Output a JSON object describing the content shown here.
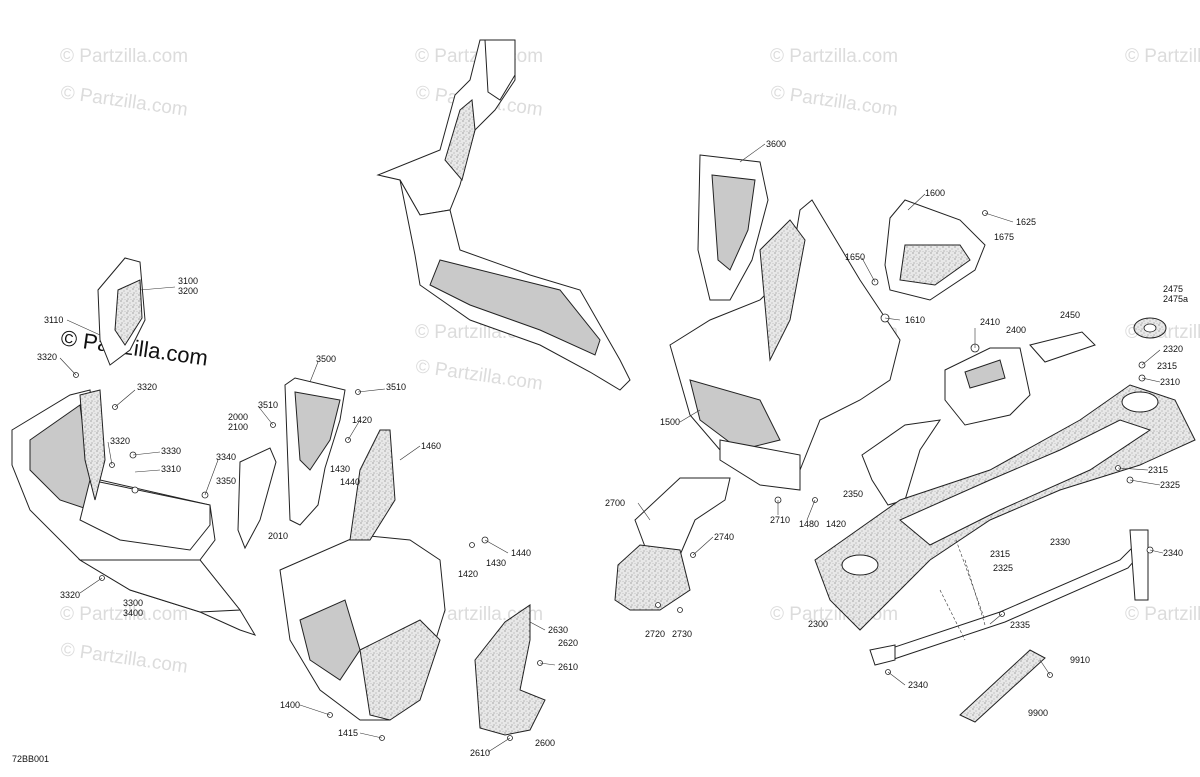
{
  "watermark": {
    "text": "© Partzilla.com"
  },
  "diagram_code": "72BB001",
  "callouts": {
    "c3100": "3100",
    "c3200": "3200",
    "c3110": "3110",
    "c3320a": "3320",
    "c3320b": "3320",
    "c3320c": "3320",
    "c3320d": "3320",
    "c3330": "3330",
    "c3310": "3310",
    "c3340": "3340",
    "c3350": "3350",
    "c3300": "3300",
    "c3400": "3400",
    "c3500": "3500",
    "c3510a": "3510",
    "c3510b": "3510",
    "c2000": "2000",
    "c2100": "2100",
    "c2010": "2010",
    "c1420a": "1420",
    "c1430a": "1430",
    "c1440a": "1440",
    "c1460": "1460",
    "c1420b": "1420",
    "c1430b": "1430",
    "c1440b": "1440",
    "c1400": "1400",
    "c1415": "1415",
    "c2630": "2630",
    "c2620": "2620",
    "c2610a": "2610",
    "c2610b": "2610",
    "c2600": "2600",
    "c3600": "3600",
    "c1600": "1600",
    "c1625": "1625",
    "c1675": "1675",
    "c1650": "1650",
    "c1610": "1610",
    "c1500": "1500",
    "c2710": "2710",
    "c1480": "1480",
    "c1420c": "1420",
    "c2700": "2700",
    "c2740": "2740",
    "c2720": "2720",
    "c2730": "2730",
    "c2410": "2410",
    "c2400": "2400",
    "c2450": "2450",
    "c2475": "2475",
    "c2475a": "2475a",
    "c2320": "2320",
    "c2315a": "2315",
    "c2310": "2310",
    "c2315b": "2315",
    "c2325a": "2325",
    "c2350": "2350",
    "c2315c": "2315",
    "c2325b": "2325",
    "c2330": "2330",
    "c2340a": "2340",
    "c2300": "2300",
    "c2335": "2335",
    "c2340b": "2340",
    "c9910": "9910",
    "c9900": "9900"
  }
}
